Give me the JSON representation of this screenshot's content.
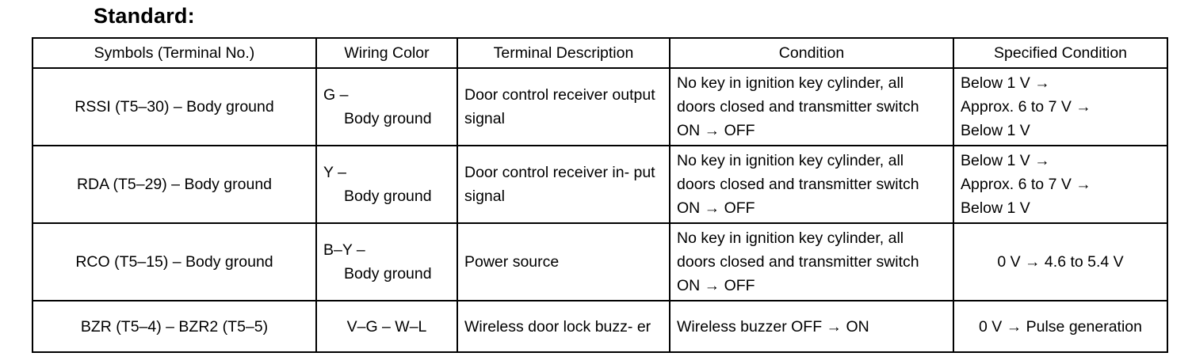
{
  "heading": "Standard:",
  "columns": [
    "Symbols (Terminal No.)",
    "Wiring Color",
    "Terminal Description",
    "Condition",
    "Specified Condition"
  ],
  "rows": [
    {
      "symbol": "RSSI (T5–30) – Body ground",
      "wiring_color": [
        "G –",
        "Body ground"
      ],
      "description": "Door control receiver output signal",
      "condition": "No key in ignition key cylinder, all doors closed and transmitter switch ON → OFF",
      "specified": [
        "Below 1 V →",
        "Approx. 6 to 7 V →",
        "Below 1 V"
      ]
    },
    {
      "symbol": "RDA (T5–29) – Body ground",
      "wiring_color": [
        "Y –",
        "Body ground"
      ],
      "description": "Door control receiver in- put signal",
      "condition": "No key in ignition key cylinder, all doors closed and transmitter switch ON → OFF",
      "specified": [
        "Below 1 V →",
        "Approx. 6 to 7 V →",
        "Below 1 V"
      ]
    },
    {
      "symbol": "RCO (T5–15) – Body ground",
      "wiring_color": [
        "B–Y –",
        "Body ground"
      ],
      "description": "Power source",
      "condition": "No key in ignition key cylinder, all doors closed and transmitter switch ON → OFF",
      "specified": [
        "0 V → 4.6 to 5.4 V"
      ]
    },
    {
      "symbol": "BZR (T5–4) – BZR2 (T5–5)",
      "wiring_color": [
        "V–G – W–L"
      ],
      "description": "Wireless door lock buzz- er",
      "condition": "Wireless buzzer OFF → ON",
      "specified": [
        "0 V → Pulse generation"
      ]
    }
  ]
}
